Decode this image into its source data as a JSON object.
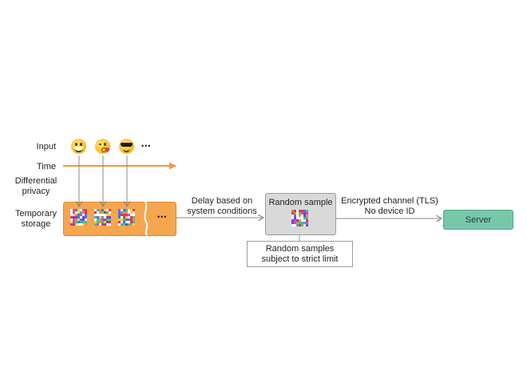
{
  "labels": {
    "input": "Input",
    "time": "Time",
    "differential_privacy_line1": "Differential",
    "differential_privacy_line2": "privacy",
    "temporary_storage_line1": "Temporary",
    "temporary_storage_line2": "storage",
    "delay_line1": "Delay based on",
    "delay_line2": "system conditions",
    "random_sample": "Random sample",
    "limit_line1": "Random samples",
    "limit_line2": "subject to strict limit",
    "encrypted_line1": "Encrypted channel (TLS)",
    "encrypted_line2": "No device ID",
    "server": "Server"
  },
  "inputs": [
    "grinning-face-emoji",
    "face-blowing-kiss-emoji",
    "smiling-face-with-sunglasses-emoji"
  ],
  "ellipsis": "•••",
  "colors": {
    "time_arrow": "#f39a3d",
    "storage_fill": "#f6a64f",
    "sample_fill": "#d9d9d9",
    "server_fill": "#77c7ab",
    "connector": "#8a8a8a"
  }
}
